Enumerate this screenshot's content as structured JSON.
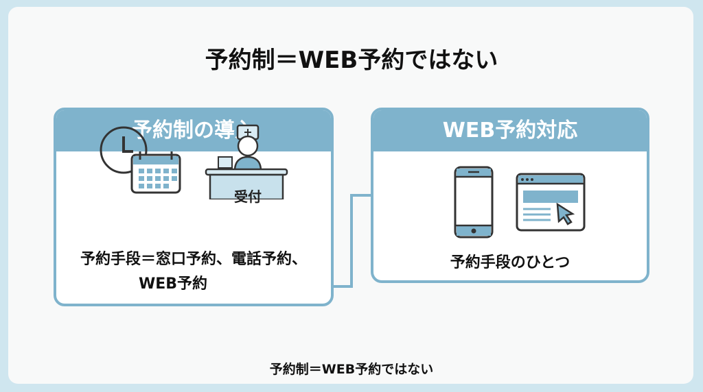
{
  "title": "予約制＝WEB予約ではない",
  "left_box": {
    "header": "予約制の導入",
    "desk_label": "受付",
    "line1": "予約手段＝窓口予約、電話予約、",
    "line2": "WEB予約"
  },
  "right_box": {
    "header": "WEB予約対応",
    "caption": "予約手段のひとつ"
  },
  "footer": "予約制＝WEB予約ではない",
  "colors": {
    "accent": "#7fb3cc",
    "background": "#cfe6ef"
  }
}
